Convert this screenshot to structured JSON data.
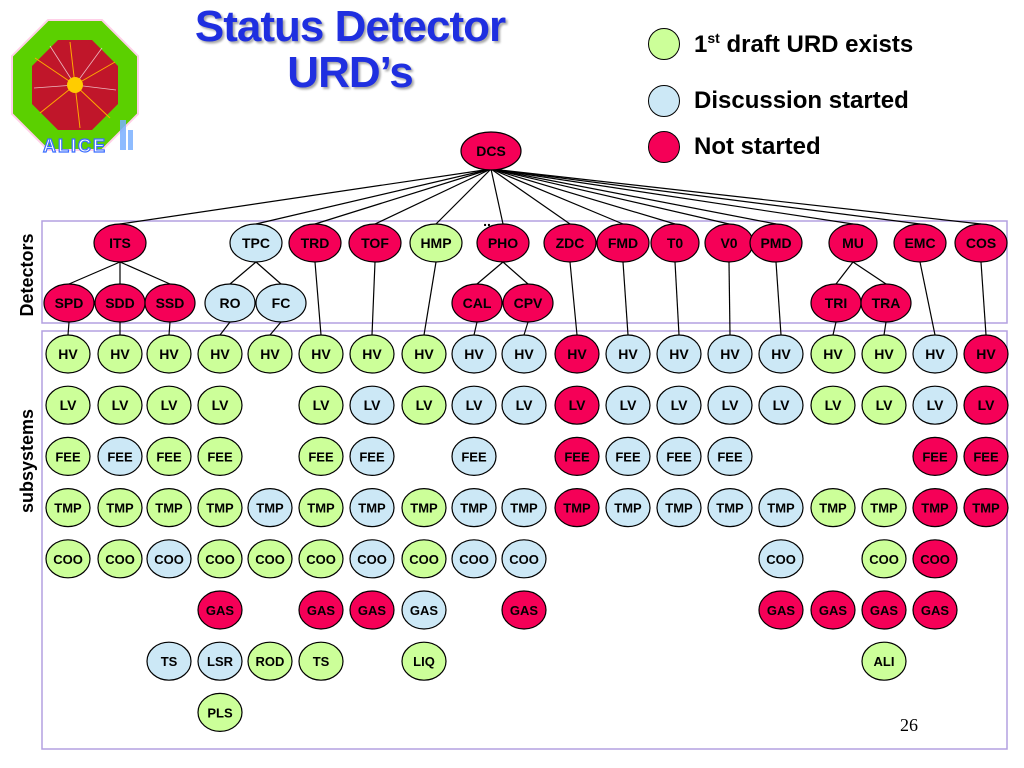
{
  "title": {
    "line1": "Status Detector",
    "line2": "URD’s"
  },
  "logo": {
    "text": "ALICE"
  },
  "legend": [
    {
      "status": "draft",
      "text_main": "1",
      "text_sup": "st",
      "text_rest": " draft URD exists",
      "color": "#ccff99"
    },
    {
      "status": "discussion",
      "text": "Discussion started",
      "color": "#cce8f6"
    },
    {
      "status": "not_started",
      "text": "Not started",
      "color": "#f50057"
    }
  ],
  "colors": {
    "draft": "#ccff99",
    "discussion": "#cce8f6",
    "not_started": "#f50057",
    "frame": "#b3a0e0",
    "title": "#1f2fe0"
  },
  "labels": {
    "detectors": "Detectors",
    "subsystems": "subsystems",
    "dots": "..",
    "page": "26"
  },
  "root": {
    "label": "DCS",
    "status": "not_started"
  },
  "detectors": [
    {
      "id": "ITS",
      "label": "ITS",
      "status": "not_started"
    },
    {
      "id": "TPC",
      "label": "TPC",
      "status": "discussion"
    },
    {
      "id": "TRD",
      "label": "TRD",
      "status": "not_started"
    },
    {
      "id": "TOF",
      "label": "TOF",
      "status": "not_started"
    },
    {
      "id": "HMP",
      "label": "HMP",
      "status": "draft"
    },
    {
      "id": "PHO",
      "label": "PHO",
      "status": "not_started"
    },
    {
      "id": "ZDC",
      "label": "ZDC",
      "status": "not_started"
    },
    {
      "id": "FMD",
      "label": "FMD",
      "status": "not_started"
    },
    {
      "id": "T0",
      "label": "T0",
      "status": "not_started"
    },
    {
      "id": "V0",
      "label": "V0",
      "status": "not_started"
    },
    {
      "id": "PMD",
      "label": "PMD",
      "status": "not_started"
    },
    {
      "id": "MU",
      "label": "MU",
      "status": "not_started"
    },
    {
      "id": "EMC",
      "label": "EMC",
      "status": "not_started"
    },
    {
      "id": "COS",
      "label": "COS",
      "status": "not_started"
    }
  ],
  "subdetectors": [
    {
      "id": "SPD",
      "label": "SPD",
      "parent": "ITS",
      "status": "not_started"
    },
    {
      "id": "SDD",
      "label": "SDD",
      "parent": "ITS",
      "status": "not_started"
    },
    {
      "id": "SSD",
      "label": "SSD",
      "parent": "ITS",
      "status": "not_started"
    },
    {
      "id": "RO",
      "label": "RO",
      "parent": "TPC",
      "status": "discussion"
    },
    {
      "id": "FC",
      "label": "FC",
      "parent": "TPC",
      "status": "discussion"
    },
    {
      "id": "CAL",
      "label": "CAL",
      "parent": "PHO",
      "status": "not_started"
    },
    {
      "id": "CPV",
      "label": "CPV",
      "parent": "PHO",
      "status": "not_started"
    },
    {
      "id": "TRI",
      "label": "TRI",
      "parent": "MU",
      "status": "not_started"
    },
    {
      "id": "TRA",
      "label": "TRA",
      "parent": "MU",
      "status": "not_started"
    }
  ],
  "columns": [
    "SPD",
    "SDD",
    "SSD",
    "RO",
    "FC",
    "TRD",
    "TOF",
    "HMP",
    "CAL",
    "CPV",
    "ZDC",
    "FMD",
    "T0",
    "V0",
    "PMD",
    "TRI",
    "TRA",
    "EMC",
    "COS"
  ],
  "subsystem_rows": [
    {
      "label": "HV",
      "cells": [
        "g",
        "g",
        "g",
        "g",
        "g",
        "g",
        "g",
        "g",
        "b",
        "b",
        "r",
        "b",
        "b",
        "b",
        "b",
        "g",
        "g",
        "b",
        "r"
      ]
    },
    {
      "label": "LV",
      "cells": [
        "g",
        "g",
        "g",
        "g",
        "",
        "g",
        "b",
        "g",
        "b",
        "b",
        "r",
        "b",
        "b",
        "b",
        "b",
        "g",
        "g",
        "b",
        "r"
      ]
    },
    {
      "label": "FEE",
      "cells": [
        "g",
        "b",
        "g",
        "g",
        "",
        "g",
        "b",
        "",
        "b",
        "",
        "r",
        "b",
        "b",
        "b",
        "",
        "",
        "",
        "r",
        "r"
      ]
    },
    {
      "label": "TMP",
      "cells": [
        "g",
        "g",
        "g",
        "g",
        "b",
        "g",
        "b",
        "g",
        "b",
        "b",
        "r",
        "b",
        "b",
        "b",
        "b",
        "g",
        "g",
        "r",
        "r"
      ]
    },
    {
      "label": "COO",
      "cells": [
        "g",
        "g",
        "b",
        "g",
        "g",
        "g",
        "b",
        "g",
        "b",
        "b",
        "",
        "",
        "",
        "",
        "b",
        "",
        "g",
        "r",
        ""
      ]
    },
    {
      "label": "GAS",
      "cells": [
        "",
        "",
        "",
        "r",
        "",
        "r",
        "r",
        "b",
        "",
        "r",
        "",
        "",
        "",
        "",
        "r",
        "r",
        "r",
        "r",
        ""
      ]
    }
  ],
  "extra_rows": [
    {
      "cells": [
        {
          "col": 2,
          "label": "TS",
          "status": "b"
        },
        {
          "col": 3,
          "label": "LSR",
          "status": "b"
        },
        {
          "col": 4,
          "label": "ROD",
          "status": "g"
        },
        {
          "col": 5,
          "label": "TS",
          "status": "g"
        },
        {
          "col": 7,
          "label": "LIQ",
          "status": "g"
        },
        {
          "col": 16,
          "label": "ALI",
          "status": "g"
        }
      ]
    },
    {
      "cells": [
        {
          "col": 3,
          "label": "PLS",
          "status": "g"
        }
      ]
    }
  ]
}
